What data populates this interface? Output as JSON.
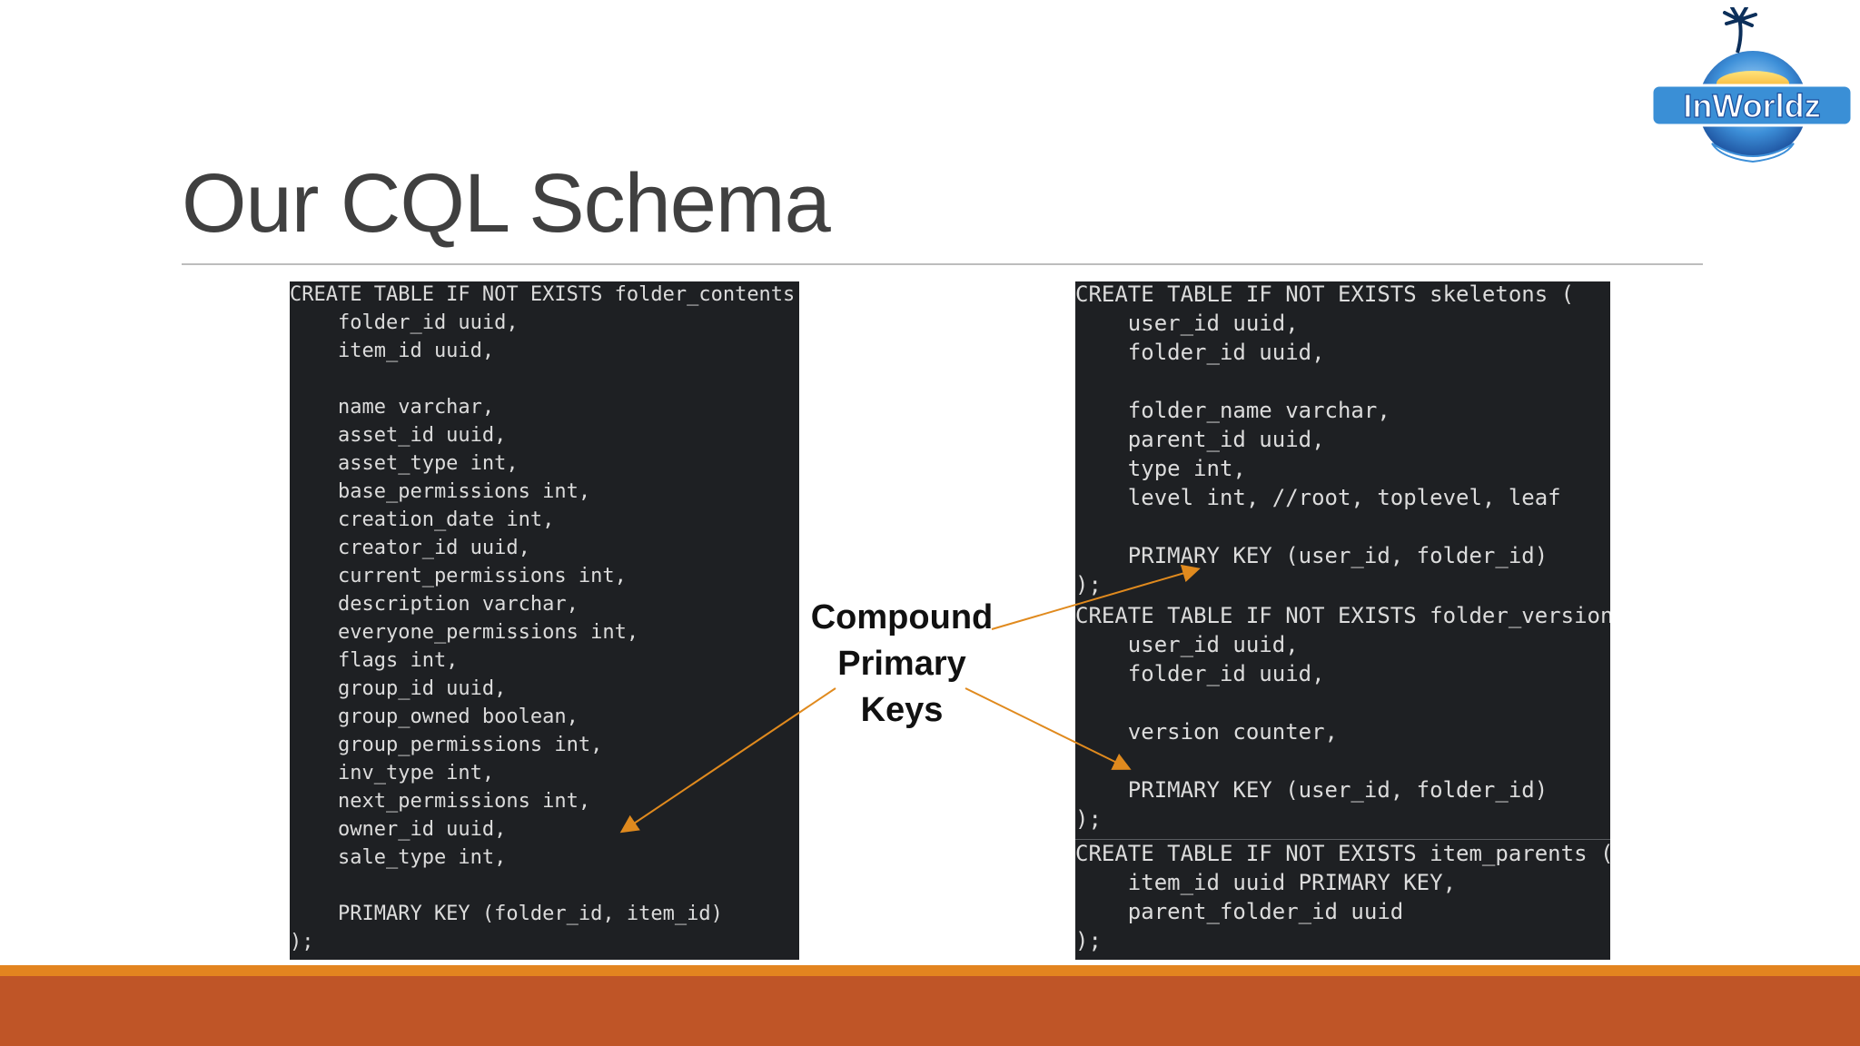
{
  "slide": {
    "title": "Our CQL Schema",
    "logo_text": "InWorldz",
    "logo_icon": "palm-tree-globe-logo",
    "colors": {
      "title": "#404040",
      "code_background": "#1e2023",
      "code_text": "#dcdcdc",
      "arrow": "#e08a1e",
      "footer_light": "#e3841f",
      "footer_dark": "#bf5527"
    }
  },
  "annotation": {
    "lines": [
      "Compound",
      "Primary",
      "Keys"
    ]
  },
  "code_left": {
    "lines": [
      "CREATE TABLE IF NOT EXISTS folder_contents (",
      "    folder_id uuid,",
      "    item_id uuid,",
      "",
      "    name varchar,",
      "    asset_id uuid,",
      "    asset_type int,",
      "    base_permissions int,",
      "    creation_date int,",
      "    creator_id uuid,",
      "    current_permissions int,",
      "    description varchar,",
      "    everyone_permissions int,",
      "    flags int,",
      "    group_id uuid,",
      "    group_owned boolean,",
      "    group_permissions int,",
      "    inv_type int,",
      "    next_permissions int,",
      "    owner_id uuid,",
      "    sale_type int,",
      "",
      "    PRIMARY KEY (folder_id, item_id)",
      ");"
    ]
  },
  "code_right": {
    "skeletons": [
      "CREATE TABLE IF NOT EXISTS skeletons (",
      "    user_id uuid,",
      "    folder_id uuid,",
      "",
      "    folder_name varchar,",
      "    parent_id uuid,",
      "    type int,",
      "    level int, //root, toplevel, leaf",
      "",
      "    PRIMARY KEY (user_id, folder_id)",
      ");"
    ],
    "folder_versions": [
      "CREATE TABLE IF NOT EXISTS folder_versions (",
      "    user_id uuid,",
      "    folder_id uuid,",
      "",
      "    version counter,",
      "",
      "    PRIMARY KEY (user_id, folder_id)",
      ");"
    ],
    "item_parents": [
      "CREATE TABLE IF NOT EXISTS item_parents (",
      "    item_id uuid PRIMARY KEY,",
      "    parent_folder_id uuid",
      ");"
    ]
  }
}
